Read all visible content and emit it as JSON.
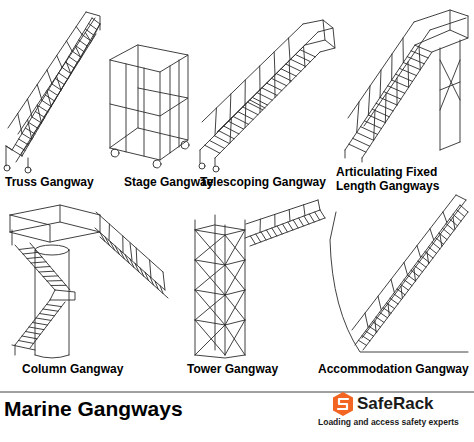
{
  "diagram": {
    "title": "Marine Gangways",
    "labels": [
      "Truss Gangway",
      "Stage Gangway",
      "Telescoping Gangway",
      "Articulating Fixed Length Gangways",
      "Column Gangway",
      "Tower Gangway",
      "Accommodation Gangway",
      "SafeRack",
      "Loading and access safety experts"
    ]
  }
}
